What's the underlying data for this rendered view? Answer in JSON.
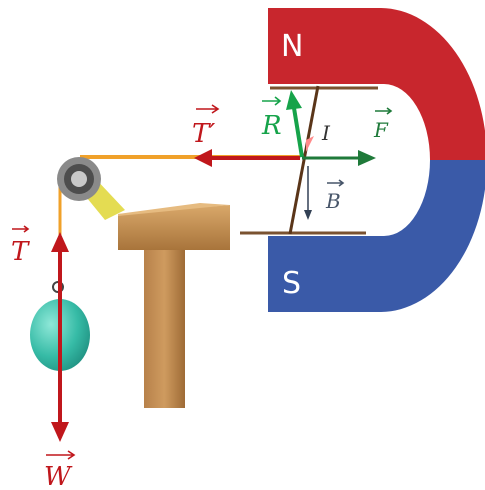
{
  "labels": {
    "north": "N",
    "south": "S",
    "tension_prime": "T′",
    "reaction": "R",
    "current": "I",
    "force": "F",
    "field": "B",
    "tension": "T",
    "weight": "W"
  },
  "colors": {
    "magnet_north": "#c8262d",
    "magnet_south": "#3a5aa8",
    "force_arrows": "#c0171c",
    "reaction_arrow": "#16a34a",
    "laplace_force": "#1f7a3a",
    "field_arrow": "#334155",
    "string": "#f0a12a",
    "table_wood": "#c08a4a",
    "pulley": "#777777",
    "mass": "#3ec9b3",
    "rails": "#7a5230"
  }
}
